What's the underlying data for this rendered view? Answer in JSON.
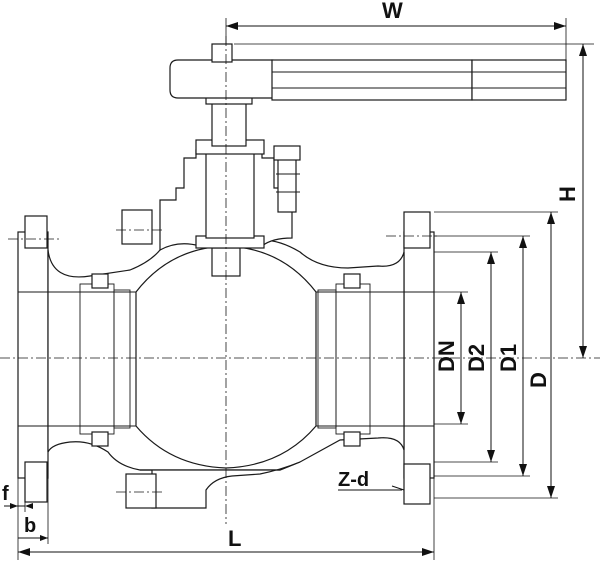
{
  "labels": {
    "W": "W",
    "H": "H",
    "DN": "DN",
    "D2": "D2",
    "D1": "D1",
    "D": "D",
    "L": "L",
    "Z_d": "Z-d",
    "f": "f",
    "b": "b"
  }
}
